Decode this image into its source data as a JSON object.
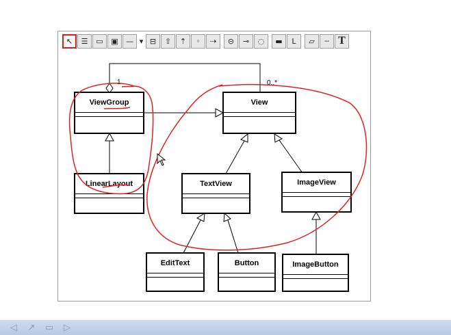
{
  "toolbar": {
    "tools": [
      {
        "name": "select-tool",
        "glyph": "↖",
        "selected": true
      },
      {
        "name": "class-tool",
        "glyph": "☰"
      },
      {
        "name": "package-tool",
        "glyph": "▭"
      },
      {
        "name": "package-with-class-tool",
        "glyph": "▣"
      },
      {
        "name": "association-tool",
        "glyph": "—"
      },
      {
        "name": "dropdown-arrow",
        "glyph": "▾"
      },
      {
        "name": "interface-tool",
        "glyph": "⊟"
      },
      {
        "name": "generalization-tool",
        "glyph": "⇧"
      },
      {
        "name": "realization-tool",
        "glyph": "⇡"
      },
      {
        "name": "node-tool",
        "glyph": "◦"
      },
      {
        "name": "dependency-tool",
        "glyph": "⇢"
      },
      {
        "name": "actor-tool",
        "glyph": "⊝"
      },
      {
        "name": "interface-lollipop-tool",
        "glyph": "⊸"
      },
      {
        "name": "state-tool",
        "glyph": "◌"
      },
      {
        "name": "component-tool",
        "glyph": "▬"
      },
      {
        "name": "note-tool",
        "glyph": "L"
      },
      {
        "name": "frame-tool",
        "glyph": "▱"
      },
      {
        "name": "line-tool",
        "glyph": "┄"
      },
      {
        "name": "text-tool",
        "glyph": "T"
      }
    ]
  },
  "diagram": {
    "classes": {
      "viewgroup": "ViewGroup",
      "view": "View",
      "linearlayout": "LinearLayout",
      "textview": "TextView",
      "imageview": "ImageView",
      "edittext": "EditText",
      "button": "Button",
      "imagebutton": "ImageButton"
    },
    "multiplicity": {
      "viewgroup_end": "1",
      "view_end": "0..*"
    }
  },
  "taskbar": {
    "nav": [
      "◁",
      "↗",
      "▭",
      "▷"
    ]
  },
  "colors": {
    "annotation_red": "#e02020",
    "selected_tool_border": "#d02020",
    "taskbar": "#c4d4ec"
  }
}
